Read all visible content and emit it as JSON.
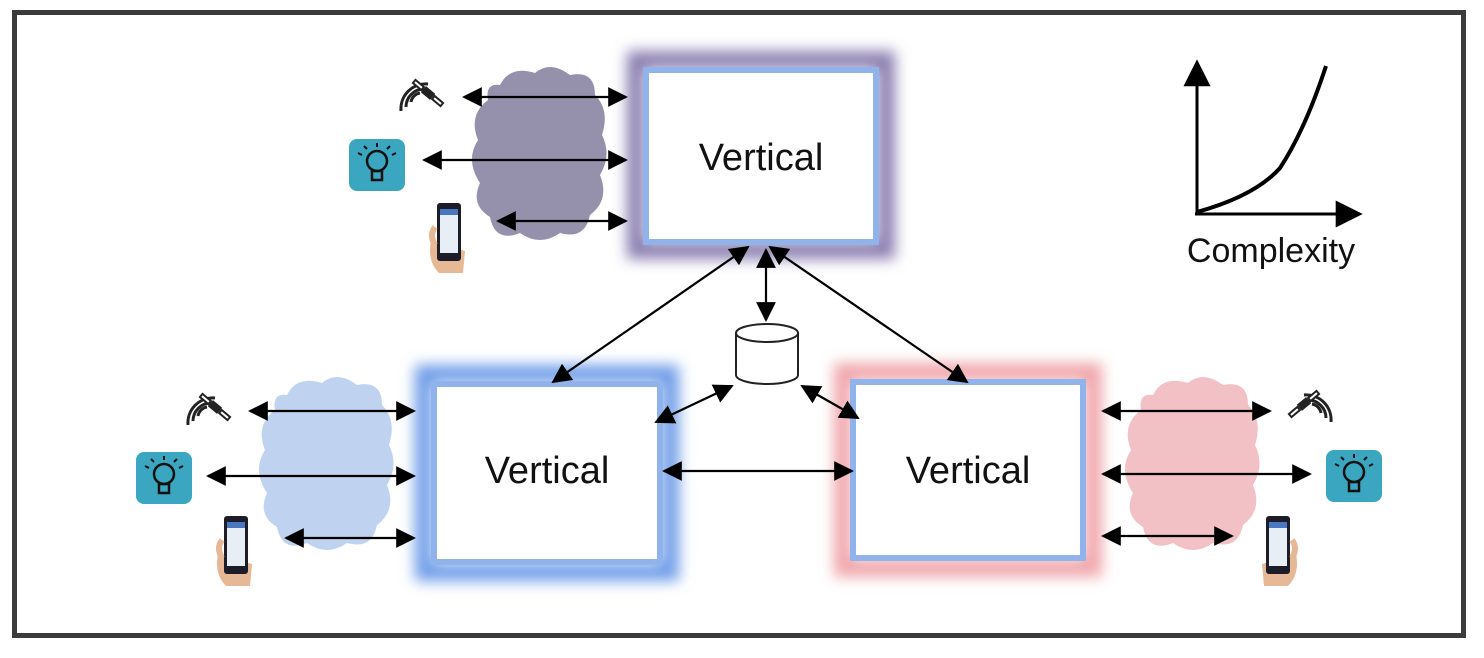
{
  "nodes": {
    "top": {
      "label": "Vertical"
    },
    "left": {
      "label": "Vertical"
    },
    "right": {
      "label": "Vertical"
    }
  },
  "complexity_chart": {
    "xlabel": "Complexity"
  },
  "colors": {
    "frame": "#3b3b3b",
    "top_cloud": "#9591ad",
    "top_glow": "#8a7fb0",
    "left_cloud": "#bfd3f0",
    "left_glow": "#6f9de8",
    "right_cloud": "#f1c1c5",
    "right_glow": "#f0a5aa",
    "box_border": "#8fb3ea",
    "device_tile": "#3aa6c0"
  },
  "icons": [
    "satellite-icon",
    "lightbulb-icon",
    "smartphone-icon",
    "database-icon"
  ]
}
